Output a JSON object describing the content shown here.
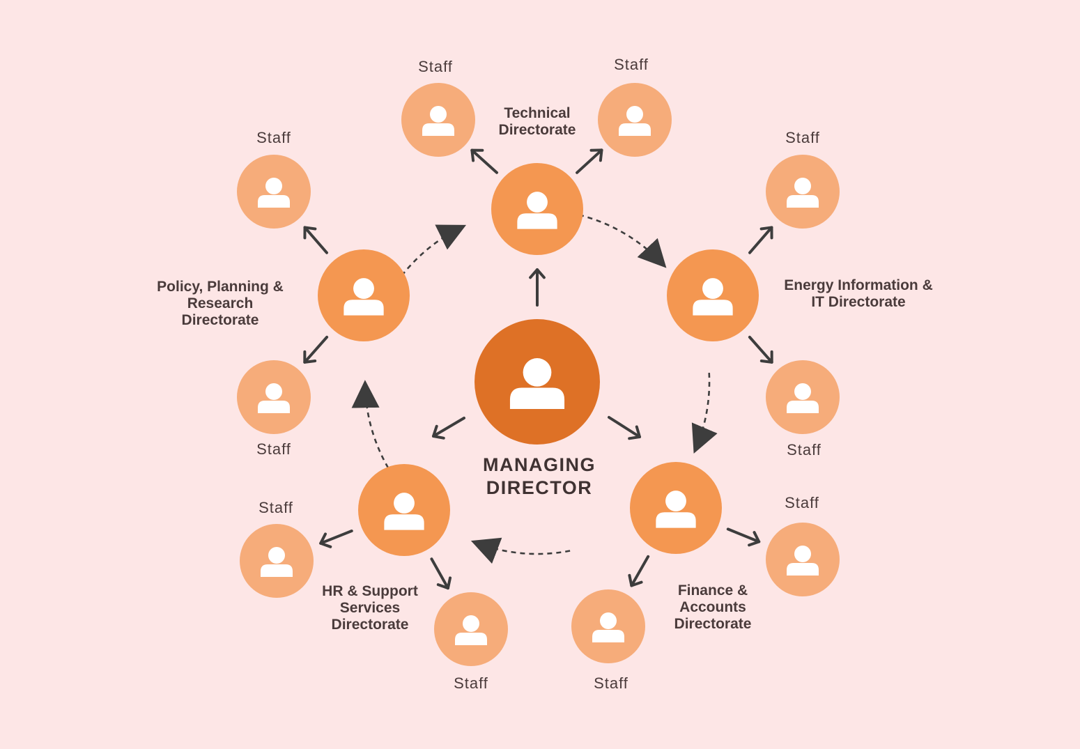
{
  "colors": {
    "background": "#FDE6E6",
    "managing_director_fill": "#DE7126",
    "directorate_fill": "#F49751",
    "staff_fill": "#F6AC7A",
    "icon": "#FFFFFF",
    "arrow": "#3D3D3D",
    "text": "#4A3B3B"
  },
  "icon": "person-icon",
  "center": {
    "lines": [
      "MANAGING",
      "DIRECTOR"
    ]
  },
  "directorates": [
    {
      "id": "technical",
      "label_lines": [
        "Technical",
        "Directorate"
      ],
      "staff": [
        {
          "label": "Staff"
        },
        {
          "label": "Staff"
        }
      ]
    },
    {
      "id": "energy-it",
      "label_lines": [
        "Energy Information &",
        "IT Directorate"
      ],
      "staff": [
        {
          "label": "Staff"
        },
        {
          "label": "Staff"
        }
      ]
    },
    {
      "id": "finance-accounts",
      "label_lines": [
        "Finance &",
        "Accounts",
        "Directorate"
      ],
      "staff": [
        {
          "label": "Staff"
        },
        {
          "label": "Staff"
        }
      ]
    },
    {
      "id": "hr-support",
      "label_lines": [
        "HR & Support",
        "Services",
        "Directorate"
      ],
      "staff": [
        {
          "label": "Staff"
        },
        {
          "label": "Staff"
        }
      ]
    },
    {
      "id": "policy-planning",
      "label_lines": [
        "Policy, Planning &",
        "Research",
        "Directorate"
      ],
      "staff": [
        {
          "label": "Staff"
        },
        {
          "label": "Staff"
        }
      ]
    }
  ]
}
